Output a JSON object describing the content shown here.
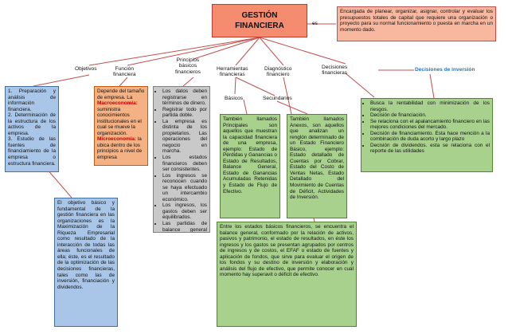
{
  "title": {
    "line1": "GESTIÓN",
    "line2": "FINANCIERA"
  },
  "connector_es": "es",
  "definition": "Encargada de planear, organizar, asignar, controlar y evaluar los presupuestos totales de capital que requiere una organización o proyecto para su normal funcionamiento o puesta en marcha en un momento dado.",
  "branches": {
    "objetivos": "Objetivos",
    "funcion": [
      "Función",
      "financiera"
    ],
    "principios": [
      "Principios",
      "básicos",
      "financieros"
    ],
    "herramientas": [
      "Herramientas",
      "financieras"
    ],
    "diagnostico": [
      "Diagnóstico",
      "financiero"
    ],
    "decisiones": [
      "Decisiones",
      "financieras"
    ],
    "decisiones_inversion": "Decisiones de inversión",
    "basicos": "Básicos",
    "secundarios": "Secundarios"
  },
  "objetivos_box": [
    "1. Preparación y análisis de información financiera.",
    "2. Determinación de la estructura de los activos de la empresa.",
    "3. Estudio de las fuentes de financiamiento de la empresa o estructura financiera."
  ],
  "objetivo_basico": "El objetivo básico y fundamental de la gestión financiera en las organizaciones es la Maximización de la Riqueza Empresarial como resultado de la interacción de todas las áreas funcionales de ella; éste, es el resultado de la optimización de las decisiones financieras, tales como las de inversión, financiación y dividendos.",
  "funcion_box": {
    "p1": "Depende del tamaño de empresa. La",
    "p2": "Macroeconomía:",
    "p3": "suministra conocimientos institucionales en el cual se mueve la organización.",
    "p4": "Microeconomía:",
    "p5": "la ubica dentro de los principios a nivel de empresa"
  },
  "principios_box": [
    "Los datos deben registrarse en términos de dinero.",
    "Registrar todo por partida doble.",
    "La empresa es distinta de los propietarios. Las operaciones del negocio en marcha.",
    "Los estados financieros deben ser consistentes.",
    "Los ingresos se reconocen cuando se haya efectuado un intercambio económico.",
    "Los ingresos, los gastos deben ser equilibrados.",
    "Las partidas de balance general esta valuado al costo."
  ],
  "basicos_box": "También llamados Principales son aquellos que muestran la capacidad financiera de una empresa, ejemplo: Estado de Pérdidas y Ganancias o Estado de Resultados, Balance General, Estado de Ganancias Acumuladas Retenidas y Estado de Flujo de Efectivo.",
  "secundarios_box": "También llamados Anexos, son aquellos que analizan un renglón determinado de un Estado Financiero Básico, ejemplo: Estado detallado de Cuentas por Cobrar, Estado del Costo de Ventas Netas, Estado Detallado del Movimiento de Cuentas de Déficit, Actividades de Inversión.",
  "diagnostico_box": "Entre los estados básicos financieros, se encuentra el balance general, conformado por la relación de activos, pasivos y patrimonio, el estado de resultados, en éste los ingresos y los gastos se presentan agrupados por centros de ingresos y de costos, el EFAF o estado de fuentes y aplicación de fondos, que sirve para evaluar el origen de los fondos y su destino de inversión y elaboración y análisis del flujo de efectivo, que permite conocer en cuál momento hay superavit o déficit de efectivo.",
  "inversion_box": [
    "Busca la rentabilidad con minimización de los riesgos.",
    "Decisión de financiación.",
    "Se relaciona con el apalancamiento financiero en las mejores condiciones del mercado.",
    "Decisión de financiamiento. Esta hace mención a la combinación de duda acorto y largo plazo",
    "Decisión de dividendos. esta se relaciona con el reporte de las utilidades"
  ]
}
